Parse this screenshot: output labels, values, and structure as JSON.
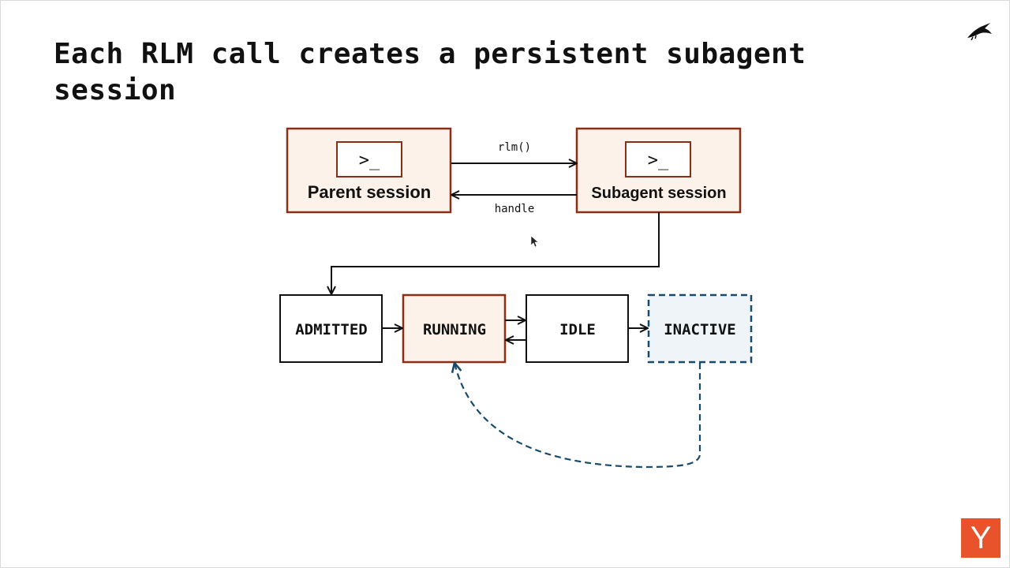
{
  "slide": {
    "title": "Each RLM call creates a persistent subagent session"
  },
  "sessions": {
    "parent": {
      "prompt": ">_",
      "label": "Parent session"
    },
    "subagent": {
      "prompt": ">_",
      "label": "Subagent session"
    }
  },
  "edges": {
    "call_label": "rlm()",
    "return_label": "handle"
  },
  "states": [
    {
      "label": "ADMITTED"
    },
    {
      "label": "RUNNING"
    },
    {
      "label": "IDLE"
    },
    {
      "label": "INACTIVE"
    }
  ],
  "logos": {
    "corner_icon": "bird-icon",
    "footer_logo": "Y"
  },
  "colors": {
    "session_border": "#8a2f16",
    "session_fill": "#fcf2ea",
    "inactive_border": "#174a6b",
    "inactive_fill": "#eef4f8",
    "logo_bg": "#e8532b"
  }
}
